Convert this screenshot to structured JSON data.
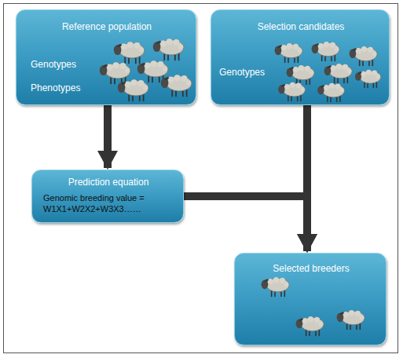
{
  "diagram": {
    "nodes": [
      {
        "text": [
          "Reference population",
          "Genotypes",
          "Phenotypes"
        ]
      },
      {
        "text": [
          "Selection candidates",
          "Genotypes"
        ]
      },
      {
        "text": [
          "Prediction equation",
          "Genomic breeding value = W1X1+W2X2+W3X3……"
        ]
      },
      {
        "text": [
          "Selected breeders"
        ]
      }
    ],
    "edges": [
      {
        "from": 0,
        "to": 2,
        "arrow": "to"
      },
      {
        "from": 1,
        "to": 3,
        "arrow": "to"
      },
      {
        "from": 2,
        "to": 3,
        "arrow": "to"
      }
    ]
  }
}
